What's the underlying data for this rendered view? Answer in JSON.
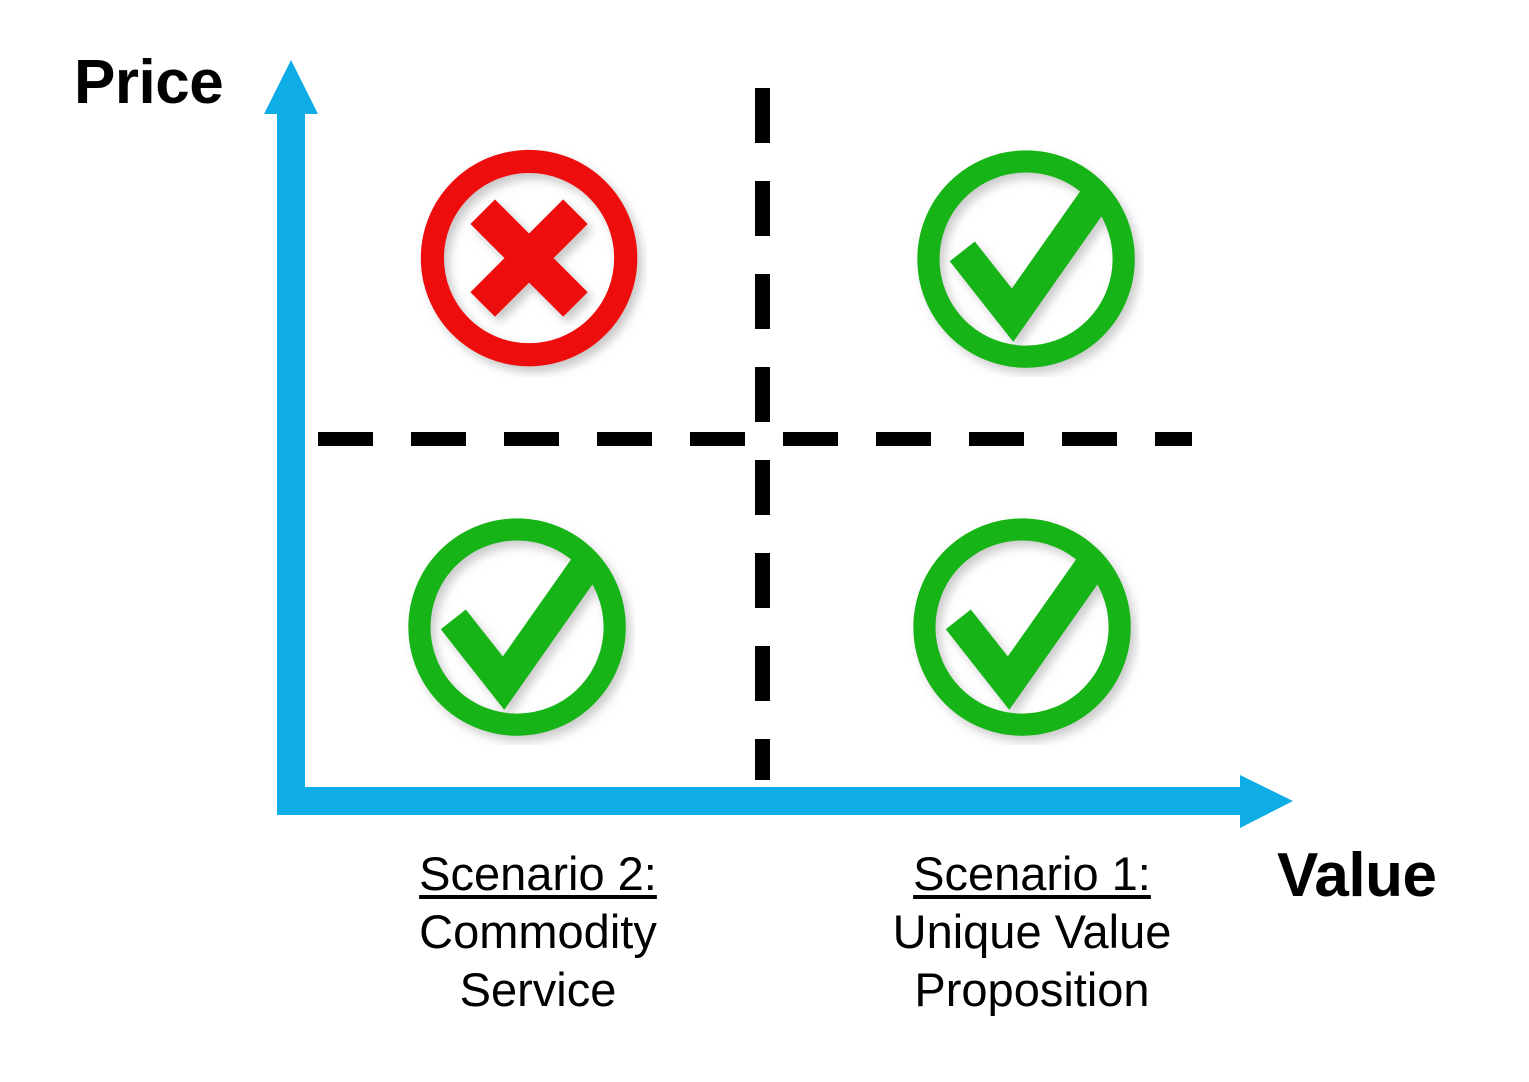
{
  "diagram": {
    "title_absent": true,
    "background_color": "#ffffff",
    "axes": {
      "color": "#0FADE6",
      "y_axis": {
        "name": "price-axis",
        "label": "Price",
        "direction": "up",
        "label_color": "#000000"
      },
      "x_axis": {
        "name": "value-axis",
        "label": "Value",
        "direction": "right",
        "label_color": "#000000"
      }
    },
    "dividers": {
      "style": "dashed",
      "color": "#000000",
      "horizontal": "quadrant-divider-horizontal",
      "vertical": "quadrant-divider-vertical"
    },
    "quadrants": [
      {
        "position": "top-left",
        "meaning": "high price, low value",
        "icon": "red-cross-circle-icon",
        "icon_status": "negative",
        "icon_color": "#EE1111"
      },
      {
        "position": "top-right",
        "meaning": "high price, high value",
        "icon": "green-check-circle-icon",
        "icon_status": "positive",
        "icon_color": "#17B417"
      },
      {
        "position": "bottom-left",
        "meaning": "low price, low value",
        "icon": "green-check-circle-icon",
        "icon_status": "positive",
        "icon_color": "#17B417"
      },
      {
        "position": "bottom-right",
        "meaning": "low price, high value",
        "icon": "green-check-circle-icon",
        "icon_status": "positive",
        "icon_color": "#17B417"
      }
    ],
    "captions": [
      {
        "name": "caption-scenario-2",
        "heading": "Scenario 2:",
        "line1": "Commodity",
        "line2": "Service",
        "underlined_heading": true
      },
      {
        "name": "caption-scenario-1",
        "heading": "Scenario 1:",
        "line1": "Unique Value",
        "line2": "Proposition",
        "underlined_heading": true
      }
    ]
  }
}
